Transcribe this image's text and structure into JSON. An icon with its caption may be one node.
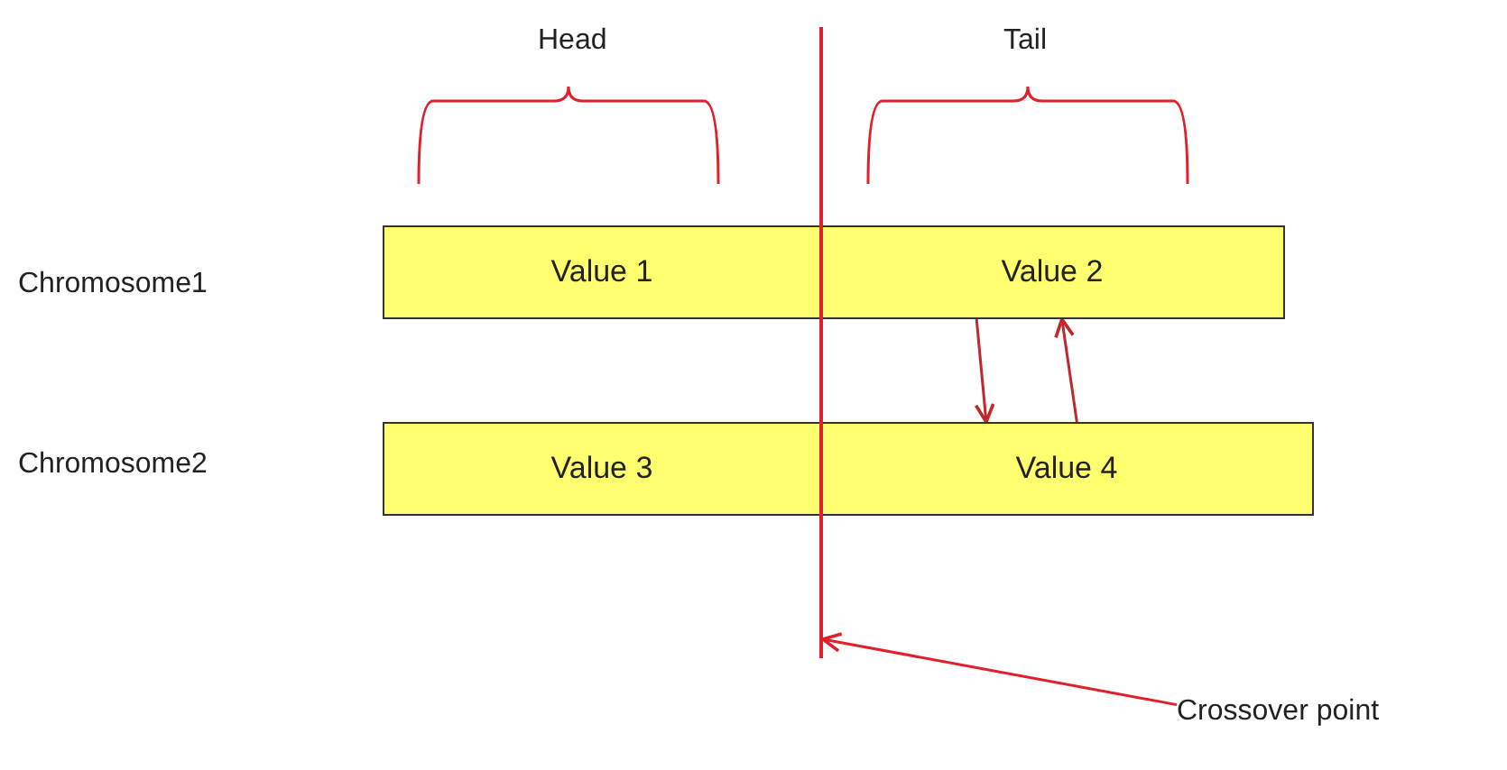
{
  "diagram": {
    "nodes": [
      {
        "text": [
          "Value 1"
        ]
      },
      {
        "text": [
          "Value 2"
        ]
      },
      {
        "text": [
          "Value 3"
        ]
      },
      {
        "text": [
          "Value 4"
        ]
      },
      {
        "text": [],
        "shape": "line"
      },
      {
        "text": [
          "Crossover point"
        ]
      }
    ],
    "edges": [
      {
        "from": 1,
        "to": 3,
        "arrow": "to",
        "color": "#c0282d"
      },
      {
        "from": 3,
        "to": 1,
        "arrow": "to",
        "color": "#c0282d"
      },
      {
        "from": 5,
        "to": 4,
        "arrow": "to",
        "color": "#e0202a"
      }
    ],
    "labels": [
      "Head",
      "Tail",
      "Chromosome1",
      "Chromosome2"
    ]
  }
}
